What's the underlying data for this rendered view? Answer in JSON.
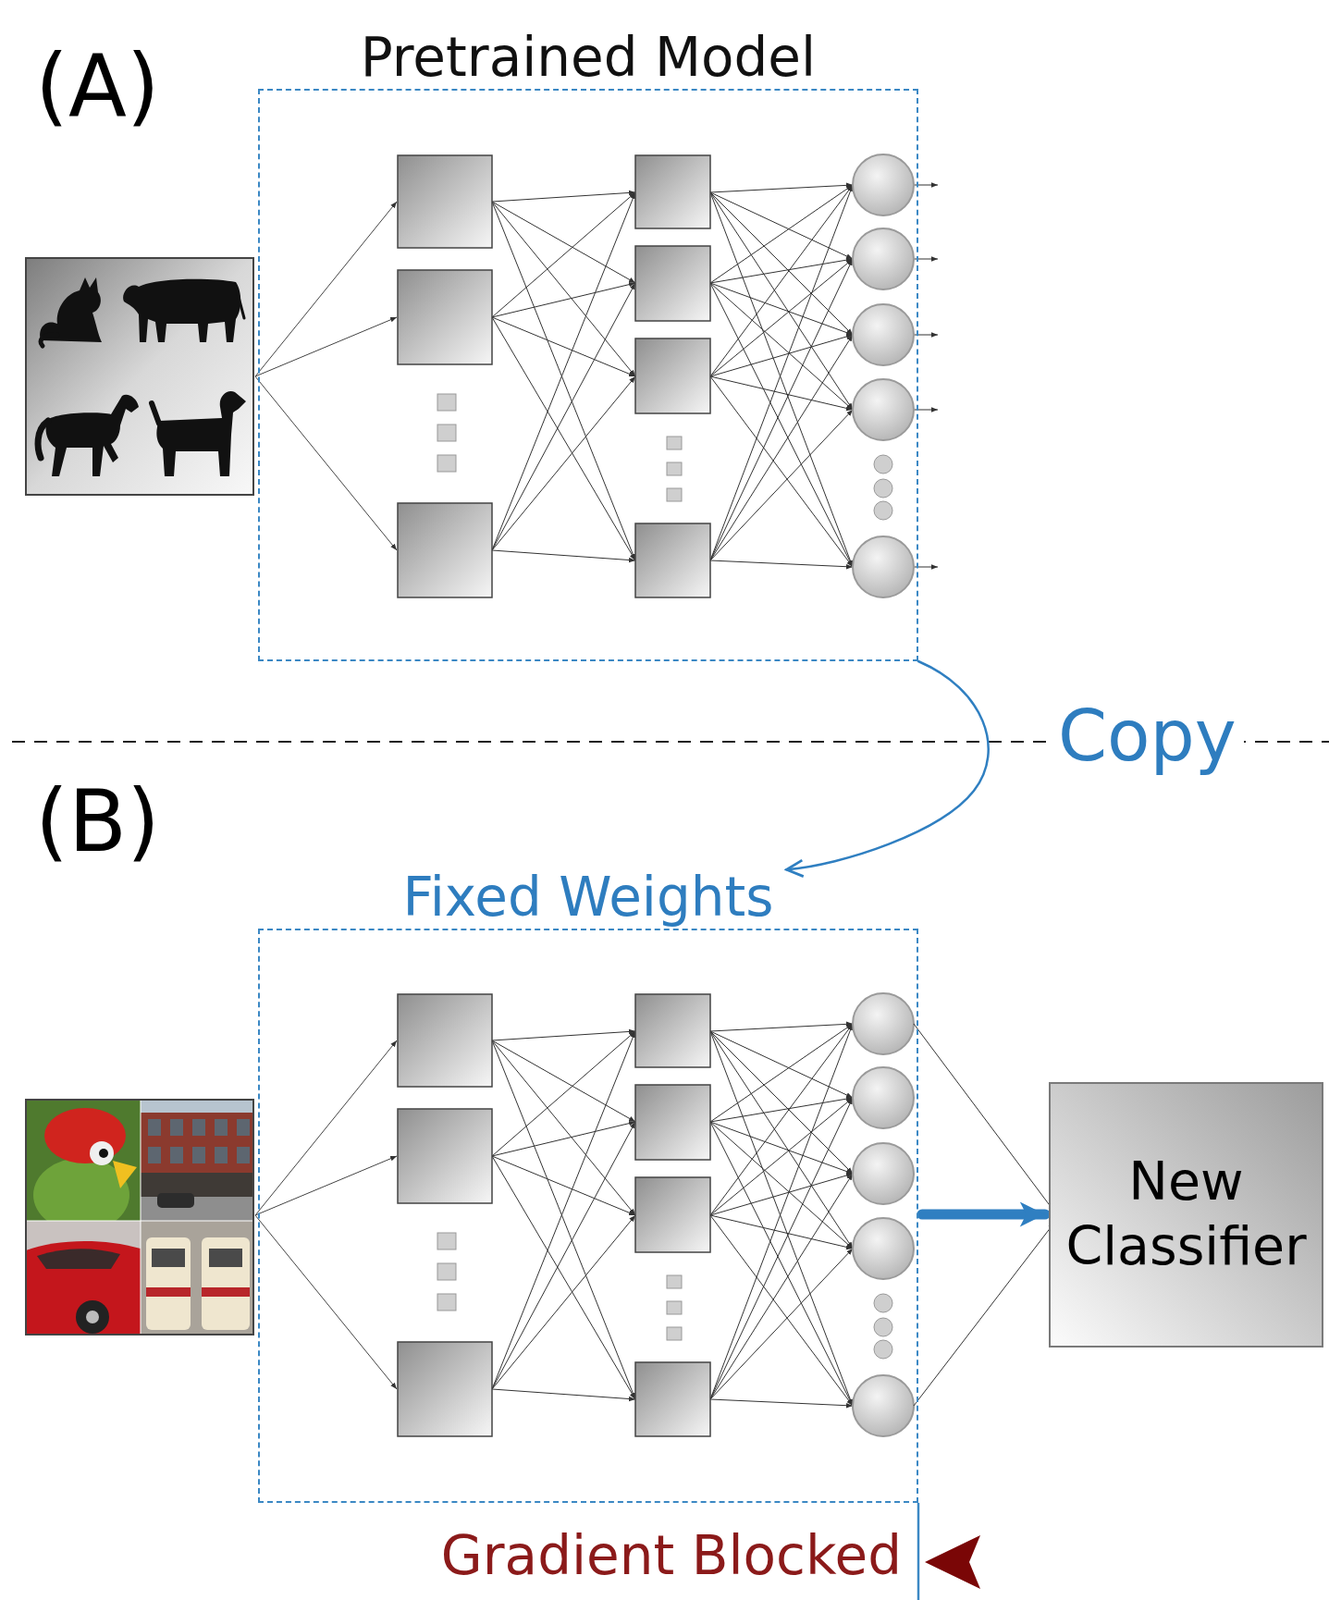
{
  "diagram": {
    "nodes": [
      {
        "text": [
          "Pretrained Model"
        ]
      },
      {
        "text": [
          "Fixed Weights"
        ]
      },
      {
        "text": [
          "New Classifier"
        ]
      }
    ],
    "edges": [
      {
        "from": 0,
        "to": 1,
        "arrow": "to",
        "label": "Copy"
      },
      {
        "from": 1,
        "to": 2,
        "arrow": "to"
      }
    ],
    "labels": [
      "(A)",
      "(B)",
      "Gradient Blocked"
    ]
  }
}
